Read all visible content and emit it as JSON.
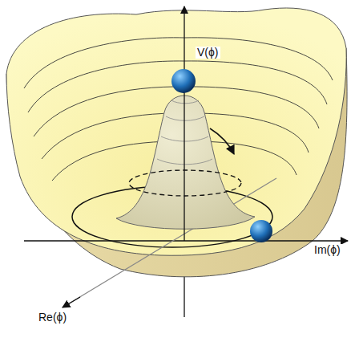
{
  "diagram": {
    "labels": [
      "V(ϕ)",
      "Im(ϕ)",
      "Re(ϕ)"
    ]
  }
}
